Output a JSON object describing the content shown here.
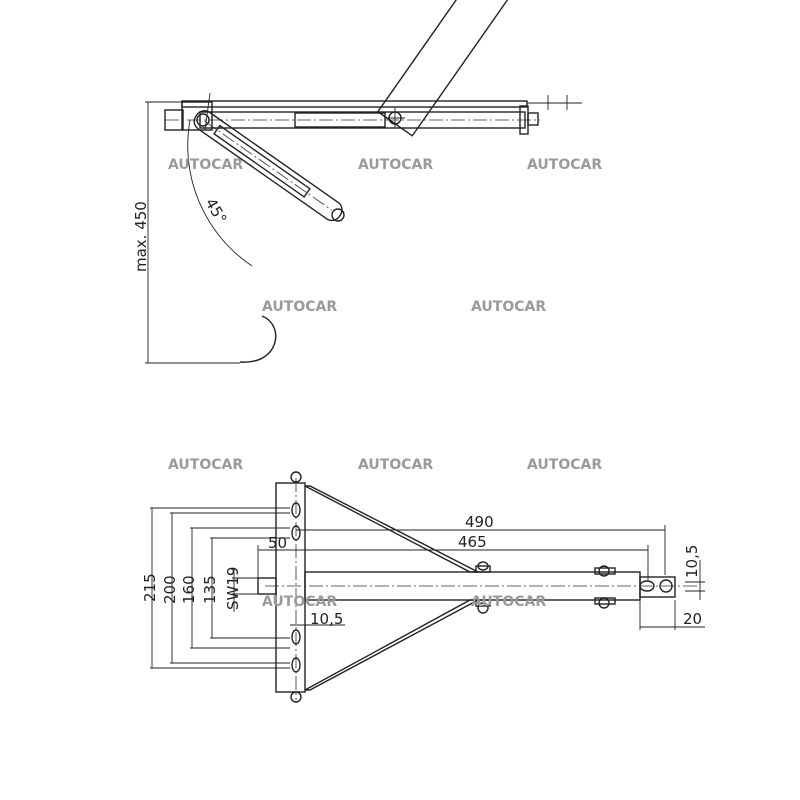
{
  "watermark": "AUTOCAR",
  "side_view": {
    "height_label": "max. 450",
    "angle_label": "45°"
  },
  "plan_view": {
    "dims": {
      "d215": "215",
      "d200": "200",
      "d160": "160",
      "d135": "135",
      "sw19": "SW19",
      "d50": "50",
      "d490": "490",
      "d465": "465",
      "d10_5_plate": "10,5",
      "d10_5_end": "10,5",
      "d20": "20"
    }
  }
}
